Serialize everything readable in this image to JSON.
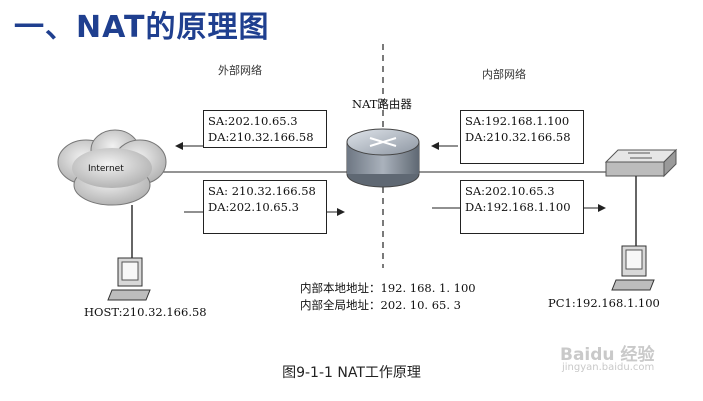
{
  "title": "一、NAT的原理图",
  "zones": {
    "outside": "外部网络",
    "inside": "内部网络"
  },
  "router_label": "NAT路由器",
  "internet_label": "Internet",
  "packets": {
    "out_left": {
      "sa": "SA:202.10.65.3",
      "da": "DA:210.32.166.58"
    },
    "in_left": {
      "sa": "SA: 210.32.166.58",
      "da": "DA:202.10.65.3"
    },
    "out_right": {
      "sa": "SA:192.168.1.100",
      "da": "DA:210.32.166.58"
    },
    "in_right": {
      "sa": "SA:202.10.65.3",
      "da": "DA:192.168.1.100"
    }
  },
  "addresses": {
    "local": "内部本地地址：192. 168. 1. 100",
    "global": "内部全局地址：202. 10. 65. 3"
  },
  "host_label": "HOST:210.32.166.58",
  "pc_label": "PC1:192.168.1.100",
  "caption": "图9-1-1     NAT工作原理",
  "watermark": {
    "brand": "Baidu 经验",
    "url": "jingyan.baidu.com"
  }
}
